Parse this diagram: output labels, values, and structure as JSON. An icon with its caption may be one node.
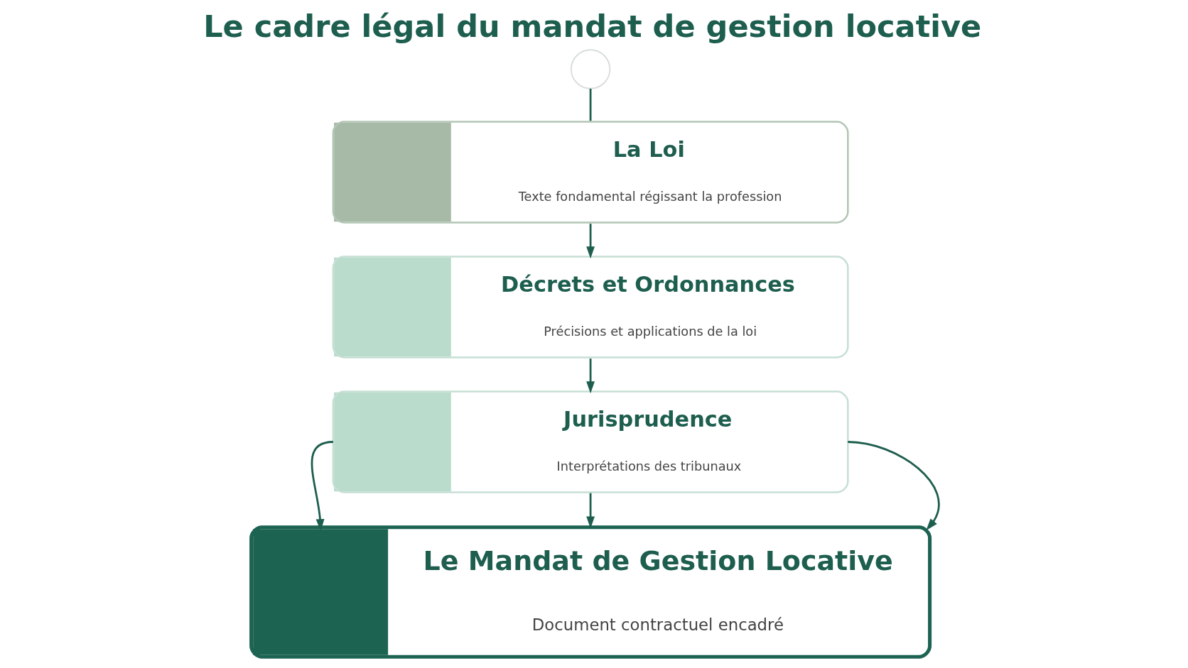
{
  "diagram": {
    "title": "Le cadre légal du mandat de gestion locative",
    "nodes": [
      {
        "text": [],
        "shape": "circle"
      },
      {
        "text": [
          "La Loi",
          "Texte fondamental régissant la profession"
        ]
      },
      {
        "text": [
          "Décrets et Ordonnances",
          "Précisions et applications de la loi"
        ]
      },
      {
        "text": [
          "Jurisprudence",
          "Interprétations des tribunaux"
        ]
      },
      {
        "text": [
          "Le Mandat de Gestion Locative",
          "Document contractuel encadré"
        ]
      }
    ],
    "edges": [
      {
        "from": 0,
        "to": 1,
        "arrow": "none"
      },
      {
        "from": 1,
        "to": 2,
        "arrow": "to"
      },
      {
        "from": 2,
        "to": 3,
        "arrow": "to"
      },
      {
        "from": 3,
        "to": 4,
        "arrow": "to"
      },
      {
        "from": 3,
        "to": 4,
        "arrow": "to"
      },
      {
        "from": 3,
        "to": 4,
        "arrow": "to"
      }
    ]
  }
}
